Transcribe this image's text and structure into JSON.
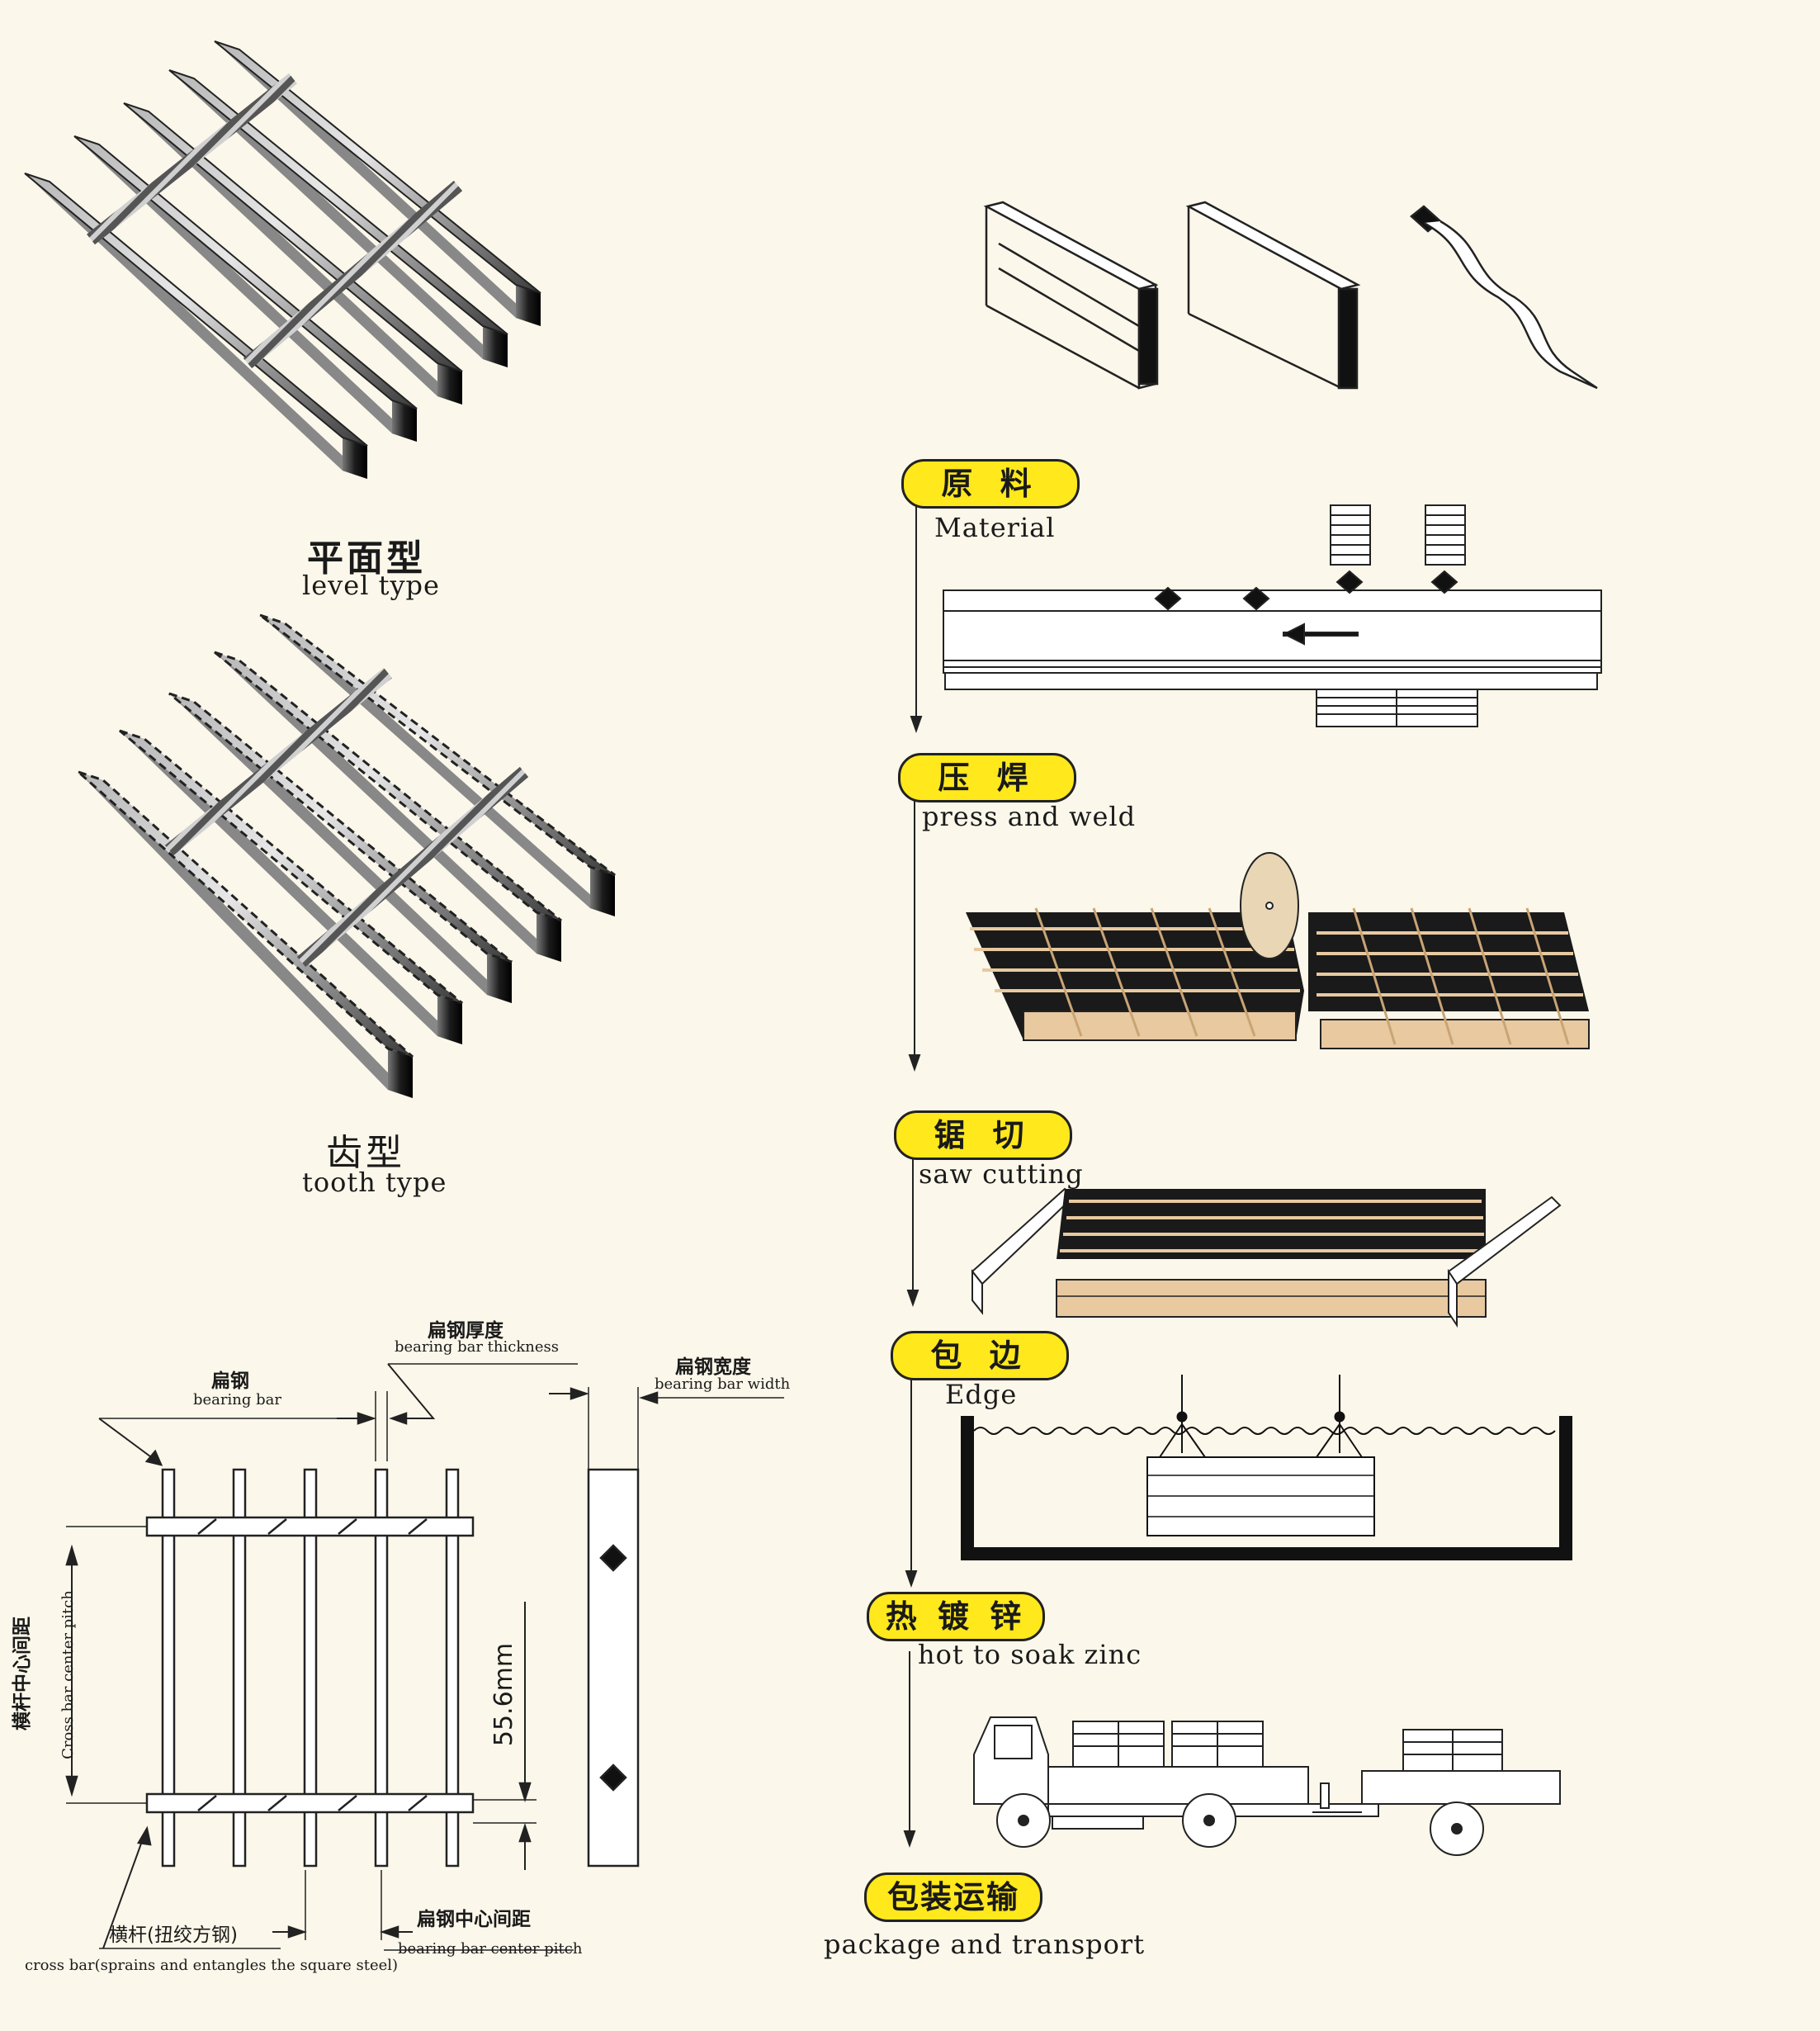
{
  "grating_types": {
    "level": {
      "cn": "平面型",
      "en": "level type"
    },
    "tooth": {
      "cn": "齿型",
      "en": "tooth type"
    }
  },
  "dimensions": {
    "bearing_bar": {
      "cn": "扁钢",
      "en": "bearing bar"
    },
    "bearing_bar_thickness": {
      "cn": "扁钢厚度",
      "en": "bearing bar thickness"
    },
    "bearing_bar_width": {
      "cn": "扁钢宽度",
      "en": "bearing bar width"
    },
    "cross_bar_center_pitch": {
      "cn": "横杆中心间距",
      "en": "Cross bar center pitch"
    },
    "pitch_value": "55.6mm",
    "cross_bar": {
      "cn": "横杆(扭绞方钢)",
      "en": "cross bar(sprains and entangles the square steel)"
    },
    "bearing_bar_center_pitch": {
      "cn": "扁钢中心间距",
      "en": "bearing bar center pitch"
    }
  },
  "process_steps": [
    {
      "cn": "原 料",
      "en": "Material"
    },
    {
      "cn": "压 焊",
      "en": "press and weld"
    },
    {
      "cn": "锯 切",
      "en": "saw cutting"
    },
    {
      "cn": "包 边",
      "en": "Edge"
    },
    {
      "cn": "热 镀 锌",
      "en": "hot to soak zinc"
    },
    {
      "cn": "包装运输",
      "en": "package and transport"
    }
  ],
  "colors": {
    "pill": "#ffe81c",
    "paper": "#fbf7ea",
    "wood": "#e8c9a0"
  }
}
